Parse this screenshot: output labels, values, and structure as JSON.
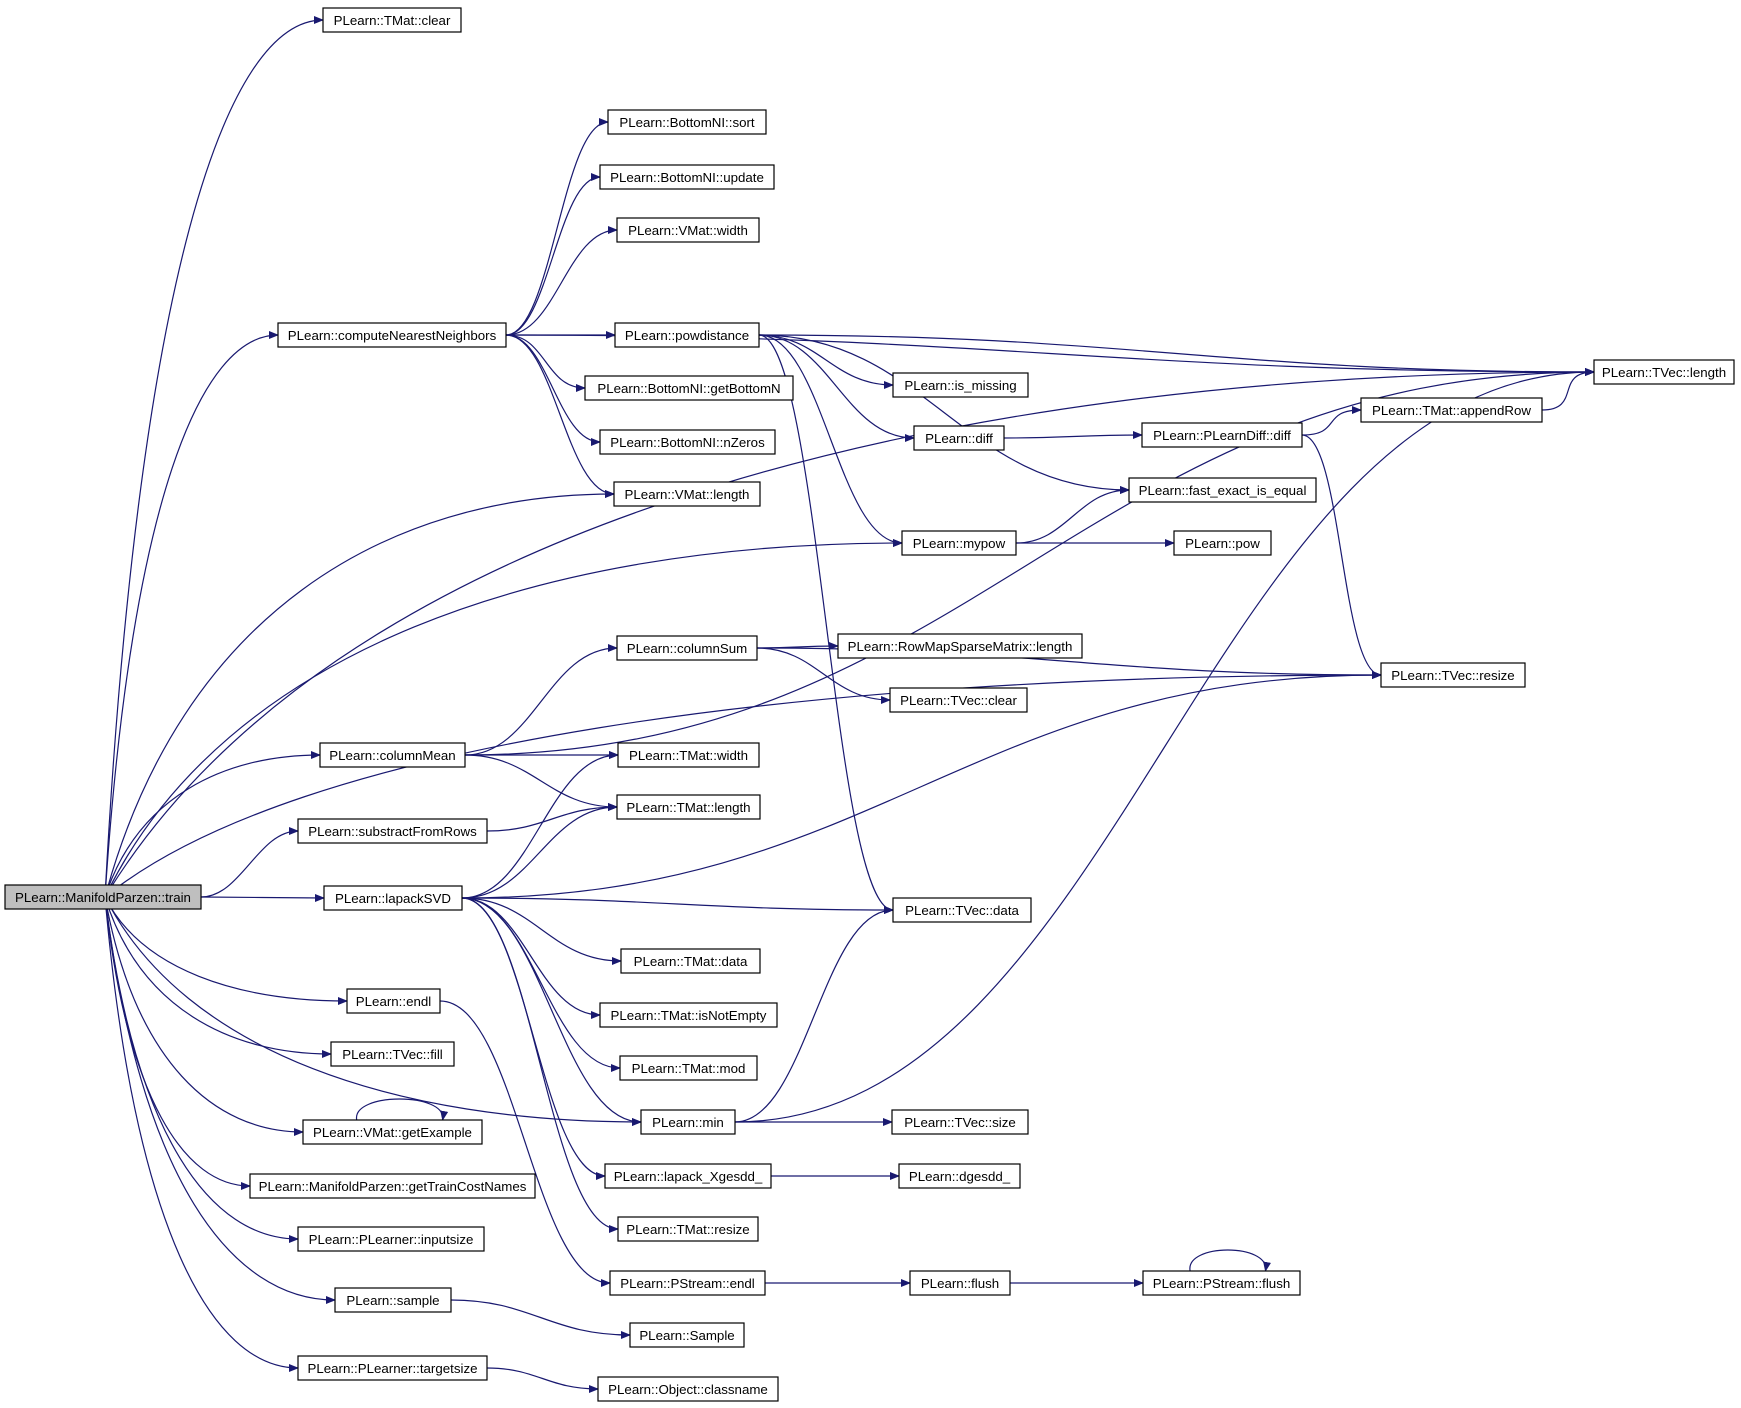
{
  "nodes": [
    {
      "id": "root",
      "label": "PLearn::ManifoldParzen::train"
    },
    {
      "id": "tmat_clear",
      "label": "PLearn::TMat::clear"
    },
    {
      "id": "bottom_sort",
      "label": "PLearn::BottomNI::sort"
    },
    {
      "id": "bottom_update",
      "label": "PLearn::BottomNI::update"
    },
    {
      "id": "vmat_width",
      "label": "PLearn::VMat::width"
    },
    {
      "id": "cnn",
      "label": "PLearn::computeNearestNeighbors"
    },
    {
      "id": "powdistance",
      "label": "PLearn::powdistance"
    },
    {
      "id": "tvec_length",
      "label": "PLearn::TVec::length"
    },
    {
      "id": "is_missing",
      "label": "PLearn::is_missing"
    },
    {
      "id": "getbottomn",
      "label": "PLearn::BottomNI::getBottomN"
    },
    {
      "id": "diff",
      "label": "PLearn::diff"
    },
    {
      "id": "plearndiff",
      "label": "PLearn::PLearnDiff::diff"
    },
    {
      "id": "appendrow",
      "label": "PLearn::TMat::appendRow"
    },
    {
      "id": "nzeros",
      "label": "PLearn::BottomNI::nZeros"
    },
    {
      "id": "vmat_length",
      "label": "PLearn::VMat::length"
    },
    {
      "id": "fast_eq",
      "label": "PLearn::fast_exact_is_equal"
    },
    {
      "id": "mypow",
      "label": "PLearn::mypow"
    },
    {
      "id": "pow",
      "label": "PLearn::pow"
    },
    {
      "id": "columnsum",
      "label": "PLearn::columnSum"
    },
    {
      "id": "rmsm_length",
      "label": "PLearn::RowMapSparseMatrix::length"
    },
    {
      "id": "tvec_resize",
      "label": "PLearn::TVec::resize"
    },
    {
      "id": "tvec_clear",
      "label": "PLearn::TVec::clear"
    },
    {
      "id": "columnmean",
      "label": "PLearn::columnMean"
    },
    {
      "id": "tmat_width",
      "label": "PLearn::TMat::width"
    },
    {
      "id": "subrows",
      "label": "PLearn::substractFromRows"
    },
    {
      "id": "tmat_length",
      "label": "PLearn::TMat::length"
    },
    {
      "id": "lapacksvd",
      "label": "PLearn::lapackSVD"
    },
    {
      "id": "tvec_data",
      "label": "PLearn::TVec::data"
    },
    {
      "id": "tmat_data",
      "label": "PLearn::TMat::data"
    },
    {
      "id": "endl",
      "label": "PLearn::endl"
    },
    {
      "id": "isnotempty",
      "label": "PLearn::TMat::isNotEmpty"
    },
    {
      "id": "tvec_fill",
      "label": "PLearn::TVec::fill"
    },
    {
      "id": "tmat_mod",
      "label": "PLearn::TMat::mod"
    },
    {
      "id": "getexample",
      "label": "PLearn::VMat::getExample"
    },
    {
      "id": "min",
      "label": "PLearn::min"
    },
    {
      "id": "tvec_size",
      "label": "PLearn::TVec::size"
    },
    {
      "id": "gettraincost",
      "label": "PLearn::ManifoldParzen::getTrainCostNames"
    },
    {
      "id": "xgesdd",
      "label": "PLearn::lapack_Xgesdd_"
    },
    {
      "id": "dgesdd",
      "label": "PLearn::dgesdd_"
    },
    {
      "id": "inputsize",
      "label": "PLearn::PLearner::inputsize"
    },
    {
      "id": "tmat_resize",
      "label": "PLearn::TMat::resize"
    },
    {
      "id": "pstream_endl",
      "label": "PLearn::PStream::endl"
    },
    {
      "id": "flush",
      "label": "PLearn::flush"
    },
    {
      "id": "pstream_flush",
      "label": "PLearn::PStream::flush"
    },
    {
      "id": "sample",
      "label": "PLearn::sample"
    },
    {
      "id": "sample_cap",
      "label": "PLearn::Sample"
    },
    {
      "id": "targetsize",
      "label": "PLearn::PLearner::targetsize"
    },
    {
      "id": "classname",
      "label": "PLearn::Object::classname"
    }
  ],
  "edges": [
    [
      "root",
      "tmat_clear"
    ],
    [
      "root",
      "tvec_length"
    ],
    [
      "root",
      "cnn"
    ],
    [
      "root",
      "vmat_length"
    ],
    [
      "root",
      "mypow"
    ],
    [
      "root",
      "tvec_resize"
    ],
    [
      "root",
      "columnmean"
    ],
    [
      "root",
      "subrows"
    ],
    [
      "root",
      "lapacksvd"
    ],
    [
      "root",
      "endl"
    ],
    [
      "root",
      "tvec_fill"
    ],
    [
      "root",
      "getexample"
    ],
    [
      "root",
      "gettraincost"
    ],
    [
      "root",
      "inputsize"
    ],
    [
      "root",
      "sample"
    ],
    [
      "root",
      "targetsize"
    ],
    [
      "root",
      "min"
    ],
    [
      "cnn",
      "bottom_sort"
    ],
    [
      "cnn",
      "bottom_update"
    ],
    [
      "cnn",
      "vmat_width"
    ],
    [
      "cnn",
      "powdistance"
    ],
    [
      "cnn",
      "getbottomn"
    ],
    [
      "cnn",
      "nzeros"
    ],
    [
      "cnn",
      "vmat_length"
    ],
    [
      "cnn",
      "tvec_length"
    ],
    [
      "powdistance",
      "tvec_length"
    ],
    [
      "powdistance",
      "is_missing"
    ],
    [
      "powdistance",
      "diff"
    ],
    [
      "powdistance",
      "fast_eq"
    ],
    [
      "powdistance",
      "mypow"
    ],
    [
      "powdistance",
      "tvec_data"
    ],
    [
      "diff",
      "plearndiff"
    ],
    [
      "plearndiff",
      "appendrow"
    ],
    [
      "plearndiff",
      "tvec_resize"
    ],
    [
      "appendrow",
      "tvec_length"
    ],
    [
      "mypow",
      "fast_eq"
    ],
    [
      "mypow",
      "pow"
    ],
    [
      "columnsum",
      "rmsm_length"
    ],
    [
      "columnsum",
      "tvec_clear"
    ],
    [
      "columnsum",
      "tvec_resize"
    ],
    [
      "columnmean",
      "columnsum"
    ],
    [
      "columnmean",
      "tmat_width"
    ],
    [
      "columnmean",
      "tmat_length"
    ],
    [
      "columnmean",
      "tvec_length"
    ],
    [
      "subrows",
      "tmat_length"
    ],
    [
      "lapacksvd",
      "tmat_width"
    ],
    [
      "lapacksvd",
      "tmat_length"
    ],
    [
      "lapacksvd",
      "tvec_resize"
    ],
    [
      "lapacksvd",
      "tvec_data"
    ],
    [
      "lapacksvd",
      "tmat_data"
    ],
    [
      "lapacksvd",
      "isnotempty"
    ],
    [
      "lapacksvd",
      "tmat_mod"
    ],
    [
      "lapacksvd",
      "min"
    ],
    [
      "lapacksvd",
      "xgesdd"
    ],
    [
      "lapacksvd",
      "tmat_resize"
    ],
    [
      "min",
      "tvec_size"
    ],
    [
      "min",
      "tvec_data"
    ],
    [
      "min",
      "tvec_length"
    ],
    [
      "xgesdd",
      "dgesdd"
    ],
    [
      "endl",
      "pstream_endl"
    ],
    [
      "pstream_endl",
      "flush"
    ],
    [
      "flush",
      "pstream_flush"
    ],
    [
      "pstream_flush",
      "pstream_flush"
    ],
    [
      "getexample",
      "getexample"
    ],
    [
      "sample",
      "sample_cap"
    ],
    [
      "targetsize",
      "classname"
    ]
  ]
}
